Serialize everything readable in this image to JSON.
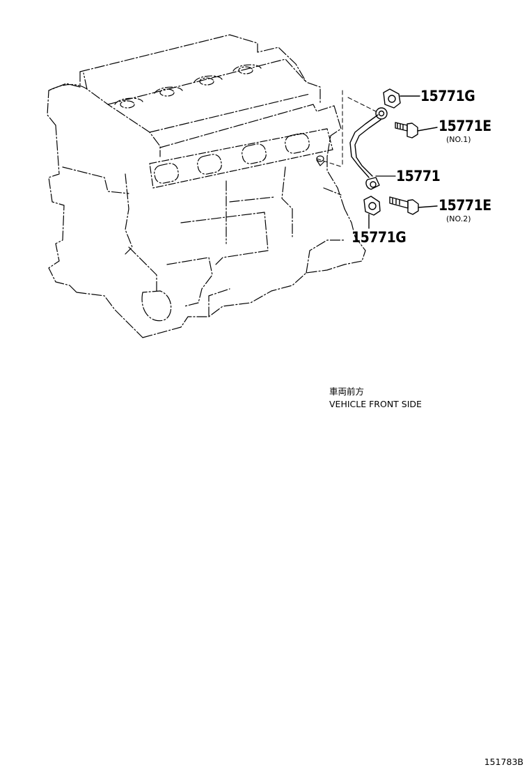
{
  "parts": [
    {
      "id": "g-top",
      "number": "15771G",
      "sub": ""
    },
    {
      "id": "e-no1",
      "number": "15771E",
      "sub": "(NO.1)"
    },
    {
      "id": "hose",
      "number": "15771",
      "sub": ""
    },
    {
      "id": "e-no2",
      "number": "15771E",
      "sub": "(NO.2)"
    },
    {
      "id": "g-bottom",
      "number": "15771G",
      "sub": ""
    }
  ],
  "front_indicator": {
    "japanese": "車両前方",
    "english": "VEHICLE FRONT SIDE",
    "arrow_icon": "arrow-down-right-icon"
  },
  "figure_number": "151783B",
  "colors": {
    "line": "#000000",
    "background": "#ffffff"
  }
}
